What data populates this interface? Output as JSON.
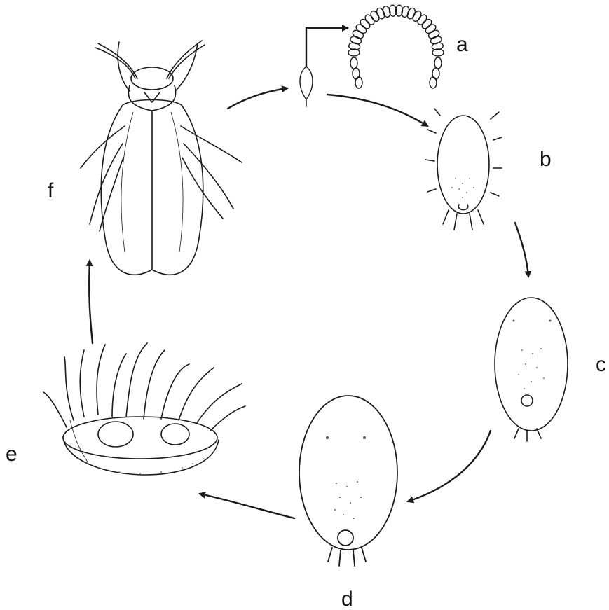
{
  "diagram": {
    "type": "life-cycle",
    "stages": [
      {
        "label": "a",
        "icon": "egg-chain-icon"
      },
      {
        "label": "b",
        "icon": "crawler-nymph-icon"
      },
      {
        "label": "c",
        "icon": "second-instar-icon"
      },
      {
        "label": "d",
        "icon": "third-instar-icon"
      },
      {
        "label": "e",
        "icon": "pupa-case-icon"
      },
      {
        "label": "f",
        "icon": "adult-whitefly-icon"
      }
    ],
    "colors": {
      "line": "#1a1a1a",
      "background": "#ffffff",
      "stipple": "#555555"
    }
  }
}
